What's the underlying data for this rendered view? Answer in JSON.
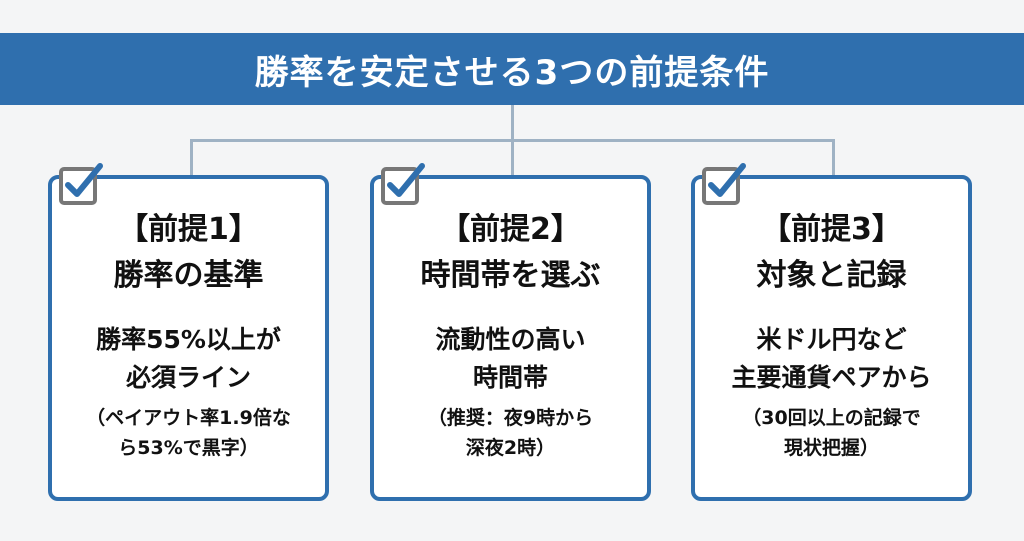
{
  "header": {
    "title": "勝率を安定させる3つの前提条件"
  },
  "colors": {
    "accent": "#2f6fae",
    "connector": "#9fb2c4",
    "check_box": "#777777"
  },
  "cards": [
    {
      "icon": "checkbox-checked-icon",
      "label": "【前提1】",
      "title": "勝率の基準",
      "body": [
        "勝率55%以上が",
        "必須ライン"
      ],
      "note": [
        "（ペイアウト率1.9倍な",
        "ら53%で黒字）"
      ]
    },
    {
      "icon": "checkbox-checked-icon",
      "label": "【前提2】",
      "title": "時間帯を選ぶ",
      "body": [
        "流動性の高い",
        "時間帯"
      ],
      "note": [
        "（推奨：夜9時から",
        "深夜2時）"
      ]
    },
    {
      "icon": "checkbox-checked-icon",
      "label": "【前提3】",
      "title": "対象と記録",
      "body": [
        "米ドル円など",
        "主要通貨ペアから"
      ],
      "note": [
        "（30回以上の記録で",
        "現状把握）"
      ]
    }
  ]
}
